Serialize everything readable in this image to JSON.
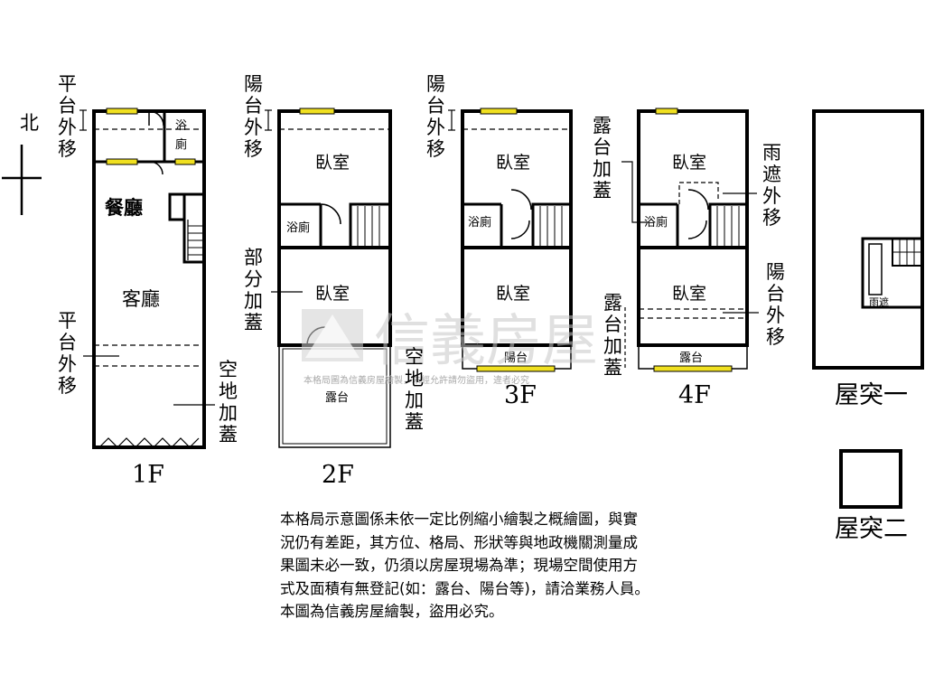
{
  "compass": {
    "north": "北"
  },
  "floors": {
    "f1": {
      "title": "1F",
      "rooms": {
        "dining": "餐廳",
        "living": "客廳",
        "bath": "浴廁"
      },
      "notes": {
        "platform_top": "平台外移",
        "platform_mid": "平台外移",
        "empty_land": "空地加蓋"
      }
    },
    "f2": {
      "title": "2F",
      "rooms": {
        "bed1": "臥室",
        "bath": "浴廁",
        "bed2": "臥室",
        "terrace": "露台"
      },
      "notes": {
        "balcony": "陽台外移",
        "partial": "部分加蓋",
        "empty_land": "空地加蓋"
      }
    },
    "f3": {
      "title": "3F",
      "rooms": {
        "bed1": "臥室",
        "bath": "浴廁",
        "bed2": "臥室",
        "balcony": "陽台"
      },
      "notes": {
        "balcony": "陽台外移"
      }
    },
    "f4": {
      "title": "4F",
      "rooms": {
        "bed1": "臥室",
        "bath": "浴廁",
        "bed2": "臥室",
        "terrace": "露台"
      },
      "notes": {
        "terrace_add": "露台加蓋",
        "rain": "雨遮外移",
        "balcony": "陽台外移",
        "terrace_add2": "露台加蓋"
      }
    },
    "roof1": {
      "title": "屋突一",
      "notes": {
        "rain": "雨遮"
      }
    },
    "roof2": {
      "title": "屋突二"
    }
  },
  "watermark": {
    "brand": "信義房屋",
    "sub": "本格局圖為信義房屋繪製，未經允許請勿盜用，違者必究"
  },
  "disclaimer": {
    "lines": [
      "本格局示意圖係未依一定比例縮小繪製之概繪圖，與實",
      "況仍有差距，其方位、格局、形狀等與地政機關測量成",
      "果圖未必一致，仍須以房屋現場為準；現場空間使用方",
      "式及面積有無登記(如：露台、陽台等)，請洽業務人員。",
      "本圖為信義房屋繪製，盜用必究。"
    ]
  },
  "colors": {
    "window": "#f0e020",
    "wall": "#000000",
    "watermark": "#c8c8c8"
  }
}
